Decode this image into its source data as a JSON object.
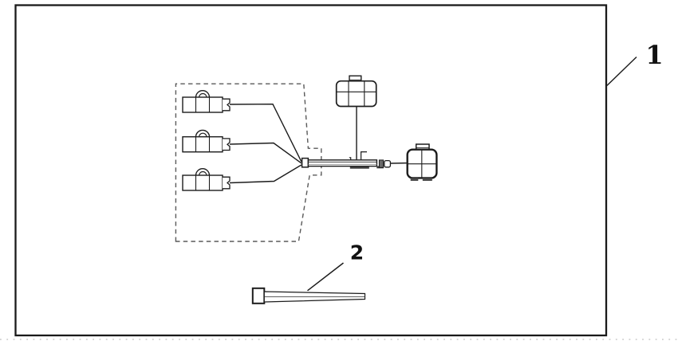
{
  "figure": {
    "type": "parts-diagram",
    "callouts": [
      {
        "number": "1"
      },
      {
        "number": "2"
      }
    ]
  },
  "colors": {
    "background": "#ffffff",
    "line": "#1c1c1c",
    "dashed_outline": "#5a5a5a",
    "shading": "#4a4a4a"
  }
}
